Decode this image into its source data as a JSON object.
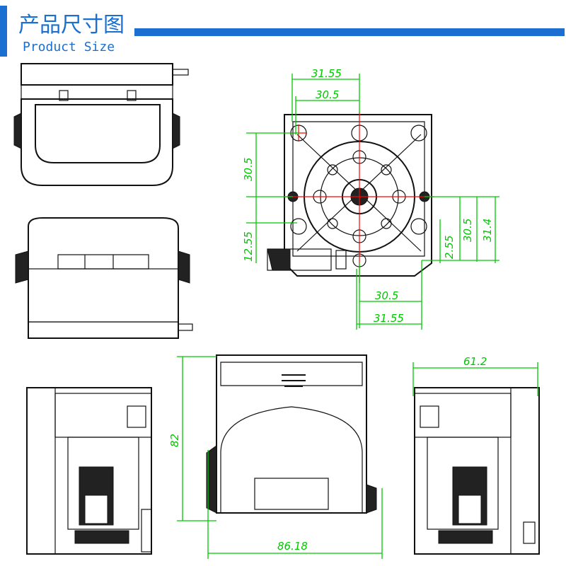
{
  "header": {
    "title_cn": "产品尺寸图",
    "title_en": "Product Size",
    "accent_color": "#1a6fd0"
  },
  "dimensions": {
    "front_top_outer": "31.55",
    "front_top_inner": "30.5",
    "front_left_upper": "30.5",
    "front_left_lower": "12.55",
    "front_right_small": "2.55",
    "front_right_mid": "30.5",
    "front_right_outer": "31.4",
    "front_bottom_inner": "30.5",
    "front_bottom_outer": "31.55",
    "height": "82",
    "width": "86.18",
    "depth": "61.2"
  },
  "colors": {
    "dimension": "#00c800",
    "centerline": "#ff0000",
    "outline": "#111111"
  }
}
